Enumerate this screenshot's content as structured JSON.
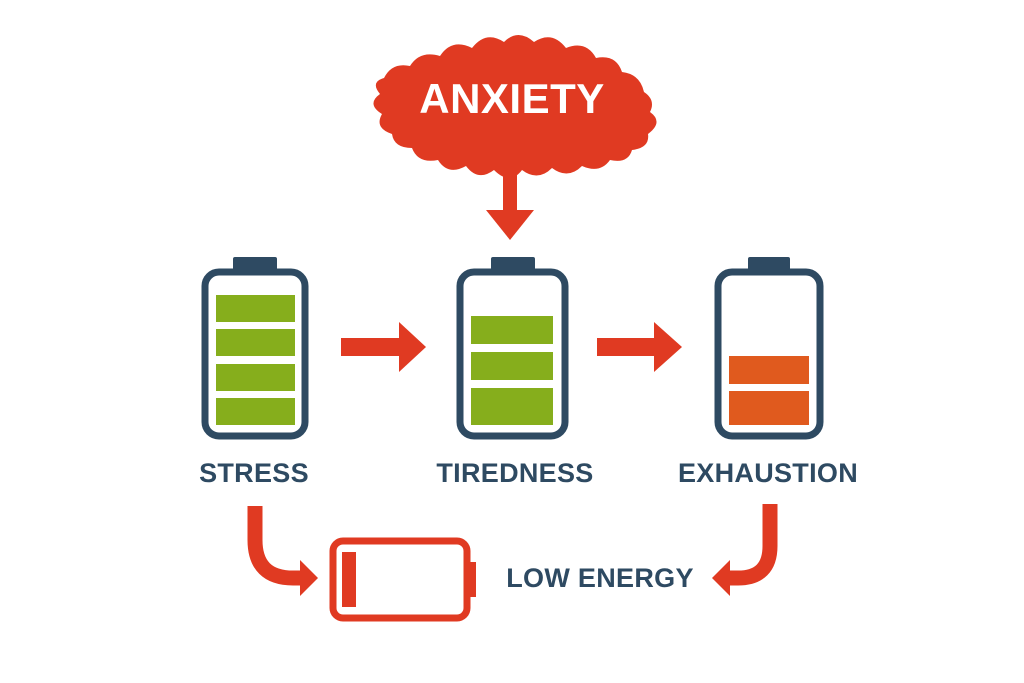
{
  "title": "Anxiety energy depletion diagram",
  "colors": {
    "accent_red": "#e03a22",
    "battery_outline": "#2e4a62",
    "green_cell": "#86ae1c",
    "orange_cell": "#e05a1e",
    "label_text": "#2e4a62",
    "background": "#ffffff"
  },
  "burst": {
    "label": "ANXIETY",
    "icon": "explosion-burst-icon"
  },
  "stages": [
    {
      "label": "STRESS",
      "charge_bars": 4,
      "bar_color": "green",
      "icon": "battery-full-icon"
    },
    {
      "label": "TIREDNESS",
      "charge_bars": 3,
      "bar_color": "green",
      "icon": "battery-medium-icon"
    },
    {
      "label": "EXHAUSTION",
      "charge_bars": 2,
      "bar_color": "orange",
      "icon": "battery-low-icon"
    }
  ],
  "outcome": {
    "label": "LOW ENERGY",
    "charge_bars": 1,
    "bar_color": "red",
    "icon": "battery-empty-icon"
  },
  "arrows": [
    {
      "from": "ANXIETY",
      "to": "TIREDNESS",
      "direction": "down"
    },
    {
      "from": "STRESS",
      "to": "TIREDNESS",
      "direction": "right"
    },
    {
      "from": "TIREDNESS",
      "to": "EXHAUSTION",
      "direction": "right"
    },
    {
      "from": "STRESS",
      "to": "LOW ENERGY",
      "direction": "curved-down-right"
    },
    {
      "from": "EXHAUSTION",
      "to": "LOW ENERGY",
      "direction": "curved-down-left"
    }
  ]
}
